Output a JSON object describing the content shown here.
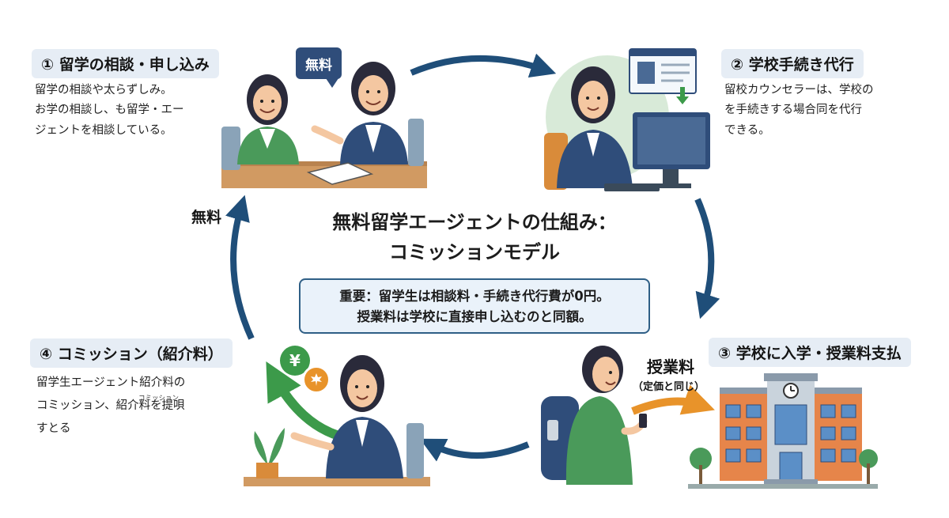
{
  "center": {
    "title_line1": "無料留学エージェントの仕組み：",
    "title_line2": "コミッションモデル",
    "note_line1": "重要：留学生は相談料・手続き代行費が0円。",
    "note_line2": "授業料は学校に直接申し込むのと同額。"
  },
  "steps": [
    {
      "title": "① 留学の相談・申し込み",
      "desc": [
        "留学の相談や太らずしみ。",
        "お学の相談し、も留学・エー",
        "ジェントを相談している。"
      ],
      "bubble": "無料"
    },
    {
      "title": "② 学校手続き代行",
      "desc": [
        "留校カウンセラーは、学校の",
        "を手続きする場合同を代行",
        "できる。"
      ]
    },
    {
      "title": "③ 学校に入学・授業料支払",
      "tag": "授業料",
      "tag_sub": "（定価と同じ）"
    },
    {
      "title": "④ コミッション（紹介料）",
      "desc": [
        "留学生エージェント紹介料の",
        "コミッション、紹介料を提唄",
        "すとる"
      ],
      "ruby": "コミッション",
      "coin_symbol": "¥"
    }
  ],
  "arrow_labels": {
    "free": "無料"
  },
  "colors": {
    "arrow": "#1f4e79",
    "title_bg": "#e6edf5",
    "accent_green": "#3c9a4a",
    "accent_orange": "#e8932a"
  }
}
